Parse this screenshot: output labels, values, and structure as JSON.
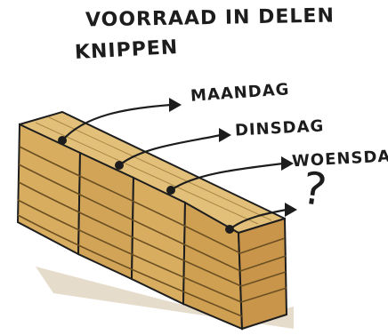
{
  "title_line1": "VOORRAAD IN DELEN",
  "title_line2": "KNIPPEN",
  "days": [
    "MAANDAG",
    "DINSDAG",
    "WOENSDAG"
  ],
  "question_mark": "?",
  "colors": {
    "ink": "#1d1d1d",
    "wood_top": "#e2c07a",
    "wood_front": "#d4a85c",
    "wood_grain": "#8a6a30",
    "shadow": "#b89a6a"
  }
}
